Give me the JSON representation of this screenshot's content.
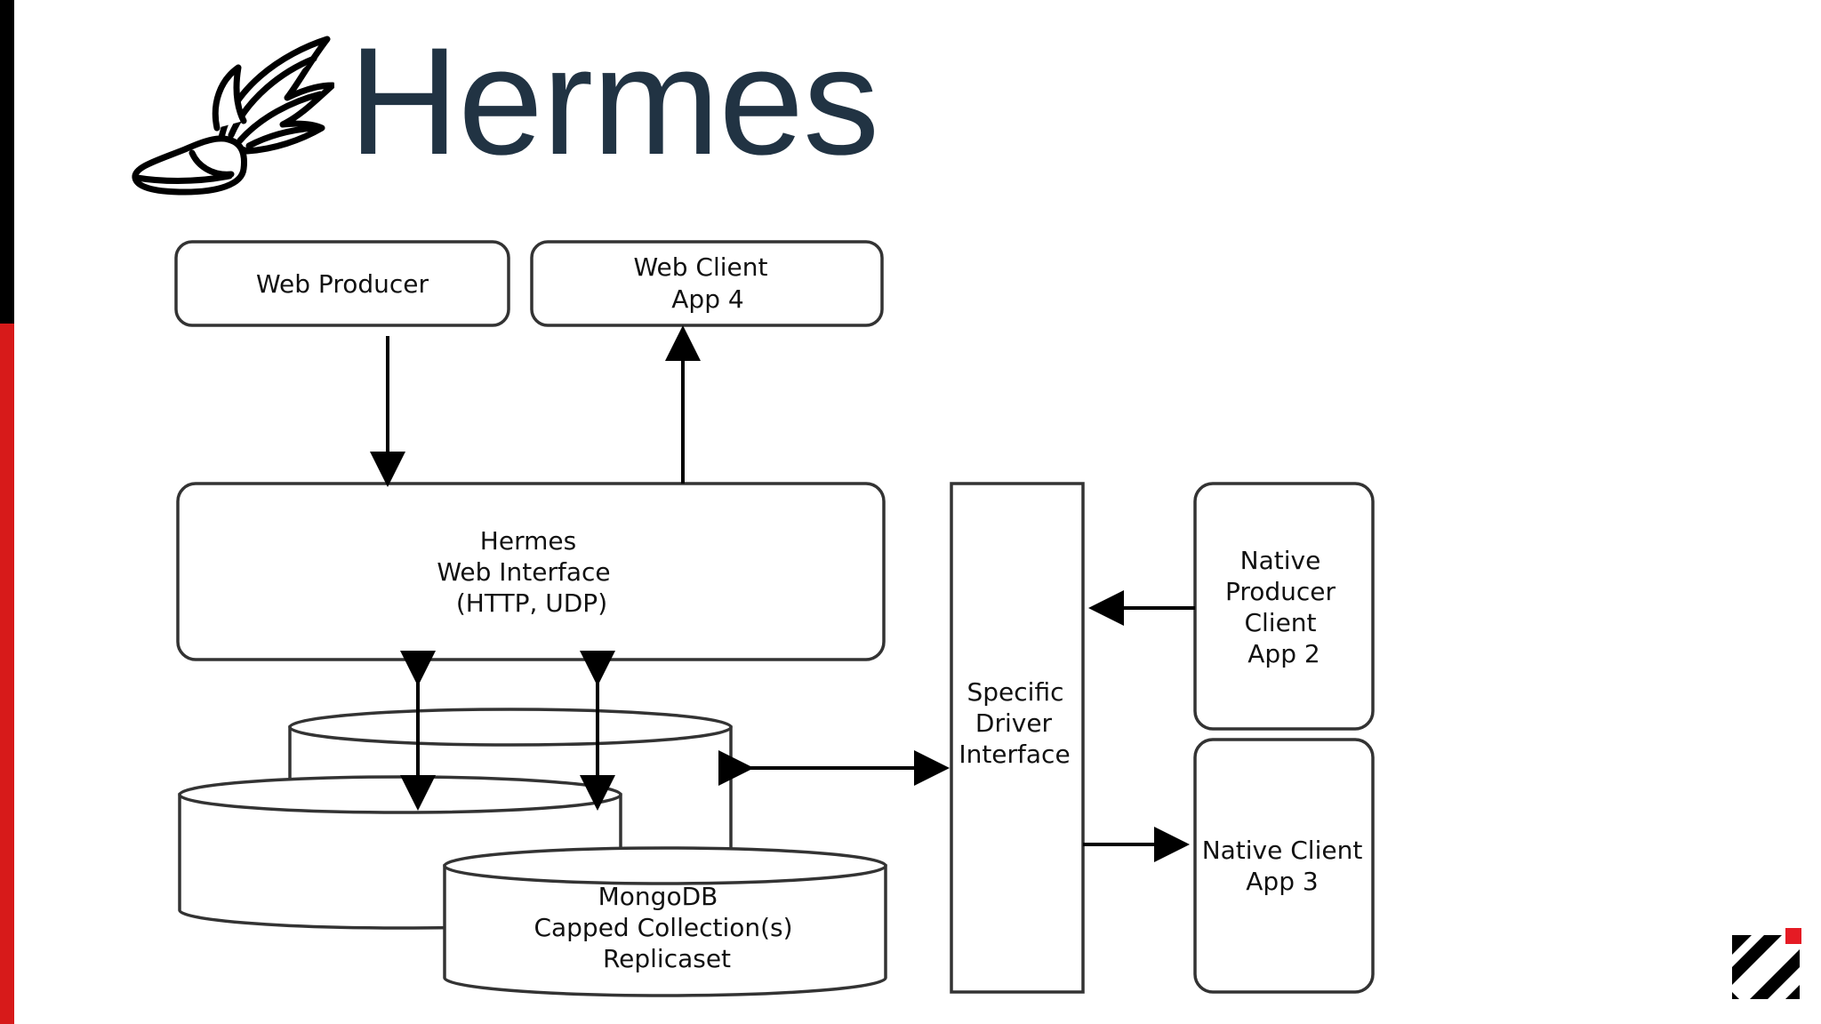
{
  "slide": {
    "title": "Hermes"
  },
  "diagram": {
    "web_producer": [
      "Web Producer"
    ],
    "web_client": [
      "Web Client",
      "App 4"
    ],
    "hermes_web": [
      "Hermes",
      "Web Interface",
      "(HTTP, UDP)"
    ],
    "driver": [
      "Specific",
      "Driver",
      "Interface"
    ],
    "native_producer": [
      "Native",
      "Producer",
      "Client",
      "App 2"
    ],
    "native_client": [
      "Native Client",
      "App 3"
    ],
    "mongodb": [
      "MongoDB",
      "Capped Collection(s)",
      "Replicaset"
    ]
  },
  "icons": {
    "logo": "winged-shoe-icon",
    "corner": "company-logo-icon"
  },
  "colors": {
    "title": "#213343",
    "bar_black": "#000000",
    "bar_red": "#d71a1a",
    "corner_accent": "#e51b24"
  }
}
